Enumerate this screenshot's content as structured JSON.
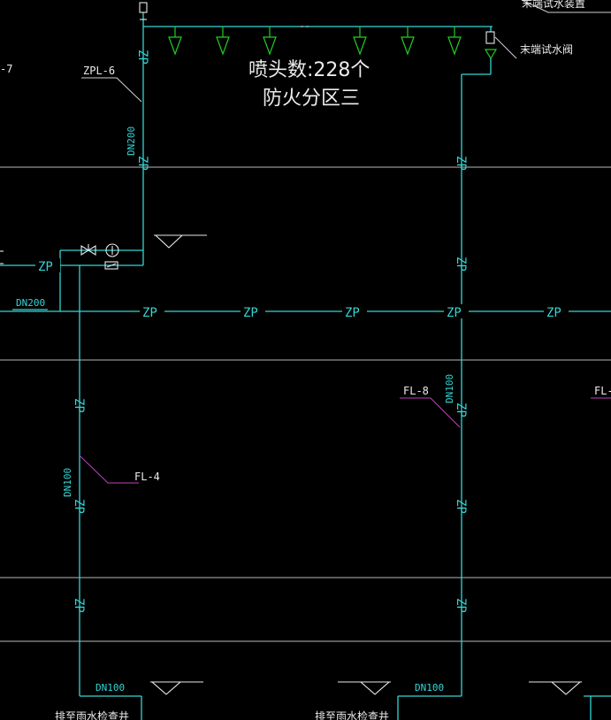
{
  "labels": {
    "sprinkler_count": "喷头数:228个",
    "fire_zone": "防火分区三",
    "end_test_valve": "末端试水阀",
    "end_test_device": "末端试水装置",
    "zpl": "ZPL-6",
    "fl4": "FL-4",
    "fl8": "FL-8",
    "fl_right": "FL-",
    "left_edge": "-7",
    "zp": "ZP",
    "dn200": "DN200",
    "dn100": "DN100",
    "bottom_left": "排至雨水检查井",
    "bottom_mid": "排至雨水检查井"
  },
  "colors": {
    "pipe": "#33d6d6",
    "sprinkler": "#20d020",
    "leader": "#c040c0",
    "text": "#ececec",
    "floor_line": "#b8b8b8"
  }
}
